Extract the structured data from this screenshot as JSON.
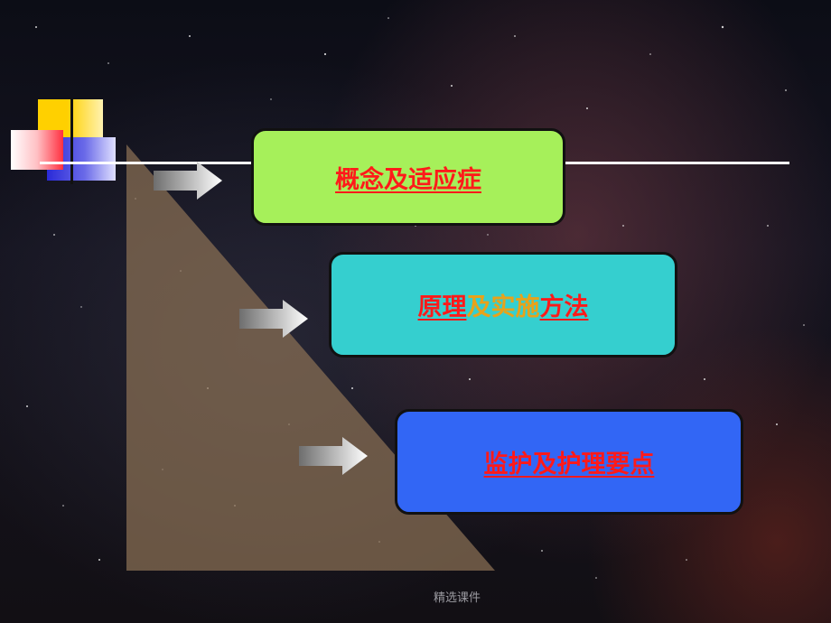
{
  "slide": {
    "boxes": [
      {
        "id": "concept",
        "color": "#a6f05a",
        "parts": [
          {
            "text": "概念及适应症",
            "color": "#ff1a1a"
          }
        ]
      },
      {
        "id": "principle",
        "color": "#35cfcf",
        "parts": [
          {
            "text": "原理",
            "color": "#ff1a1a"
          },
          {
            "text": "及实施",
            "color": "#e8a21a"
          },
          {
            "text": "方法",
            "color": "#ff1a1a"
          }
        ]
      },
      {
        "id": "monitoring",
        "color": "#3266f5",
        "parts": [
          {
            "text": "监护及护理要点",
            "color": "#ff1a1a"
          }
        ]
      }
    ],
    "footer": "精选课件"
  },
  "colors": {
    "triangle": "#8a7055",
    "deco_yellow": "#ffd000",
    "deco_blue": "#2a2ad8",
    "deco_red": "#ff3040",
    "line": "#ffffff"
  }
}
